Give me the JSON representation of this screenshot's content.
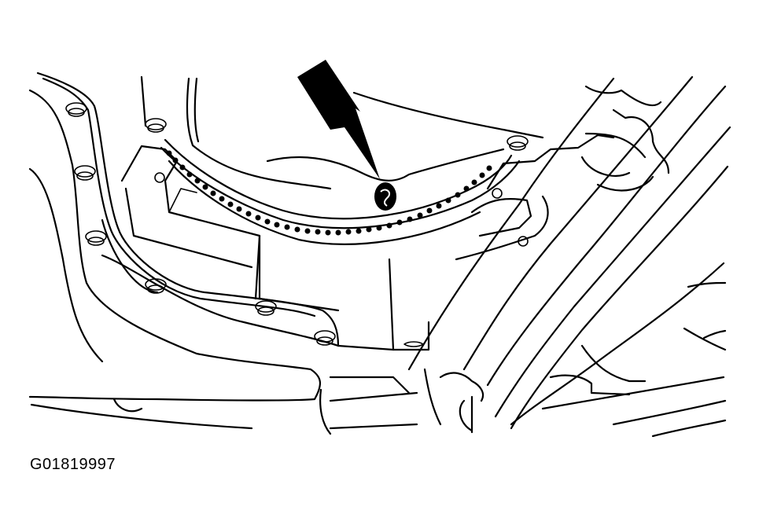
{
  "figure": {
    "id_label": "G01819997",
    "description": "Line drawing of engine block underside showing flywheel ring gear, bell-housing bolts, and an arrow pointing to a flywheel bolt",
    "colors": {
      "line": "#000000",
      "background": "#ffffff",
      "arrow": "#000000"
    },
    "callouts": [
      {
        "type": "arrow",
        "icon": "arrow-down-right-icon",
        "target": "flywheel-bolt"
      }
    ]
  }
}
